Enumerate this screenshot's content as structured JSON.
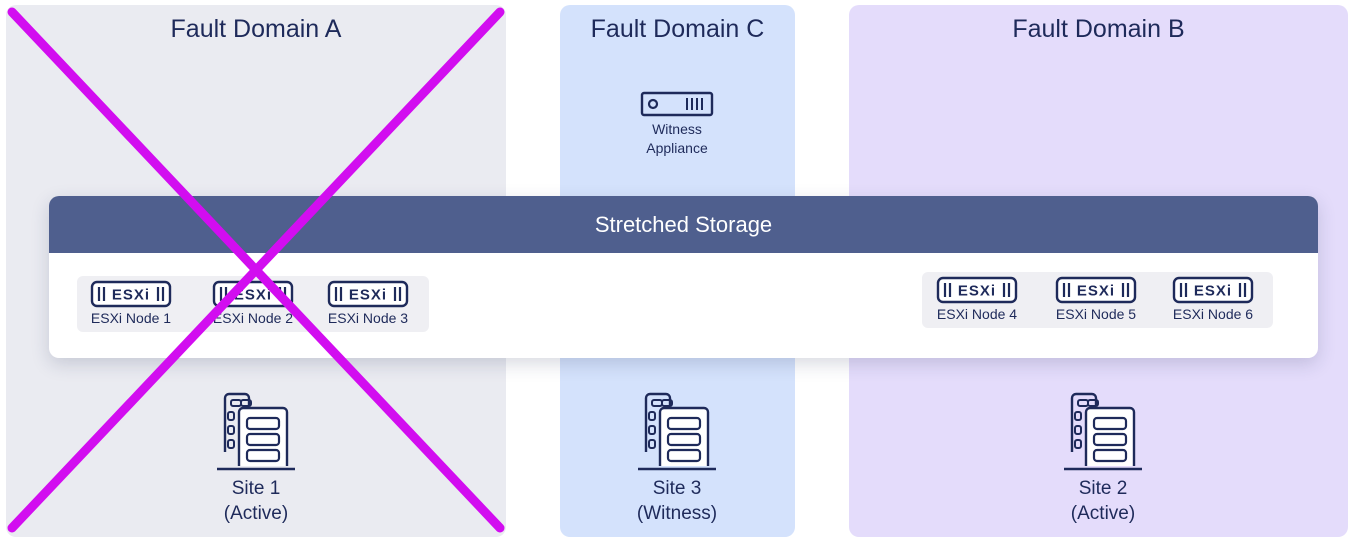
{
  "domains": {
    "a": {
      "title": "Fault Domain A"
    },
    "c": {
      "title": "Fault Domain C"
    },
    "b": {
      "title": "Fault Domain B"
    }
  },
  "witness": {
    "line1": "Witness",
    "line2": "Appliance",
    "icon": "server-appliance-icon"
  },
  "storage": {
    "title": "Stretched Storage"
  },
  "nodes": [
    {
      "label": "ESXi Node 1",
      "badge": "ESXi"
    },
    {
      "label": "ESXi Node 2",
      "badge": "ESXi"
    },
    {
      "label": "ESXi Node 3",
      "badge": "ESXi"
    },
    {
      "label": "ESXi Node 4",
      "badge": "ESXi"
    },
    {
      "label": "ESXi Node 5",
      "badge": "ESXi"
    },
    {
      "label": "ESXi Node 6",
      "badge": "ESXi"
    }
  ],
  "sites": [
    {
      "name": "Site 1",
      "status": "(Active)",
      "icon": "datacenter-building-icon"
    },
    {
      "name": "Site 3",
      "status": "(Witness)",
      "icon": "datacenter-building-icon"
    },
    {
      "name": "Site 2",
      "status": "(Active)",
      "icon": "datacenter-building-icon"
    }
  ],
  "colors": {
    "domain_a": "#eaebf1",
    "domain_c": "#d4e2fc",
    "domain_b": "#e4dcfb",
    "storage_header": "#4f5f8e",
    "ink": "#1e2a5a",
    "failure_mark": "#d20df0"
  }
}
